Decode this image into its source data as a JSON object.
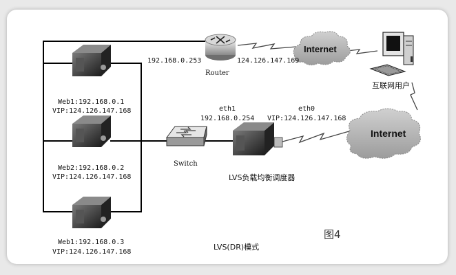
{
  "router": {
    "ip_left": "192.168.0.253",
    "label": "Router",
    "ip_right": "124.126.147.169"
  },
  "internet_top": "Internet",
  "internet_right": "Internet",
  "client": {
    "label": "互联网用户"
  },
  "switch": {
    "label": "Switch"
  },
  "lvs": {
    "eth1_label": "eth1",
    "eth1_ip": "192.168.0.254",
    "eth0_label": "eth0",
    "vip": "VIP:124.126.147.168",
    "label": "LVS负载均衡调度器"
  },
  "servers": [
    {
      "name_ip": "Web1:192.168.0.1",
      "vip": "VIP:124.126.147.168"
    },
    {
      "name_ip": "Web2:192.168.0.2",
      "vip": "VIP:124.126.147.168"
    },
    {
      "name_ip": "Web1:192.168.0.3",
      "vip": "VIP:124.126.147.168"
    }
  ],
  "caption": "LVS(DR)模式",
  "figure_label": "图4"
}
